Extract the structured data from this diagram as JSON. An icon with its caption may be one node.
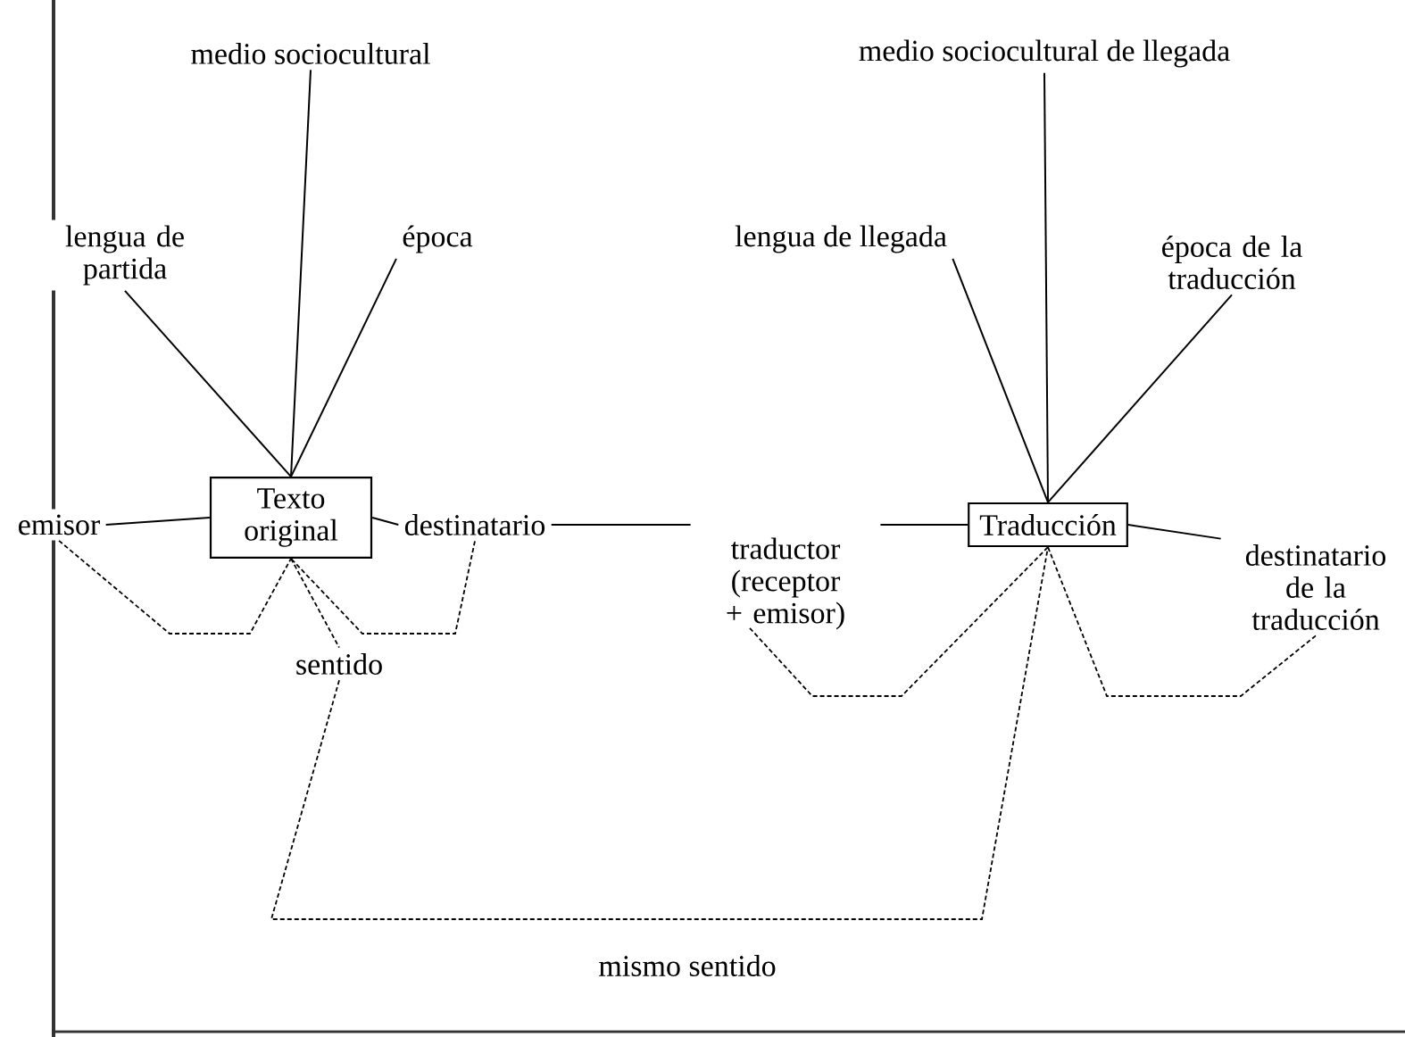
{
  "diagram": {
    "nodes": [
      {
        "text": [
          "medio sociocultural"
        ]
      },
      {
        "text": [
          "lengua de partida"
        ]
      },
      {
        "text": [
          "época"
        ]
      },
      {
        "text": [
          "Texto original"
        ]
      },
      {
        "text": [
          "emisor"
        ]
      },
      {
        "text": [
          "destinatario"
        ]
      },
      {
        "text": [
          "sentido"
        ]
      },
      {
        "text": [
          "medio sociocultural de llegada"
        ]
      },
      {
        "text": [
          "lengua de llegada"
        ]
      },
      {
        "text": [
          "época de la traducción"
        ]
      },
      {
        "text": [
          "Traducción"
        ]
      },
      {
        "text": [
          "traductor (receptor + emisor)"
        ]
      },
      {
        "text": [
          "destinatario de la traducción"
        ]
      },
      {
        "text": [
          "mismo sentido"
        ]
      }
    ],
    "edges": [
      {
        "from": 0,
        "to": 3,
        "arrow": "none"
      },
      {
        "from": 1,
        "to": 3,
        "arrow": "none"
      },
      {
        "from": 2,
        "to": 3,
        "arrow": "none"
      },
      {
        "from": 4,
        "to": 3,
        "arrow": "none"
      },
      {
        "from": 3,
        "to": 5,
        "arrow": "none"
      },
      {
        "from": 5,
        "to": 11,
        "arrow": "none"
      },
      {
        "from": 11,
        "to": 10,
        "arrow": "none"
      },
      {
        "from": 10,
        "to": 12,
        "arrow": "none"
      },
      {
        "from": 7,
        "to": 10,
        "arrow": "none"
      },
      {
        "from": 8,
        "to": 10,
        "arrow": "none"
      },
      {
        "from": 9,
        "to": 10,
        "arrow": "none"
      },
      {
        "from": 4,
        "to": 3,
        "arrow": "none",
        "style": "dashed"
      },
      {
        "from": 5,
        "to": 3,
        "arrow": "none",
        "style": "dashed"
      },
      {
        "from": 3,
        "to": 6,
        "arrow": "none",
        "style": "dashed"
      },
      {
        "from": 6,
        "to": 10,
        "arrow": "none",
        "style": "dashed"
      },
      {
        "from": 11,
        "to": 10,
        "arrow": "none",
        "style": "dashed"
      },
      {
        "from": 12,
        "to": 10,
        "arrow": "none",
        "style": "dashed"
      }
    ]
  }
}
